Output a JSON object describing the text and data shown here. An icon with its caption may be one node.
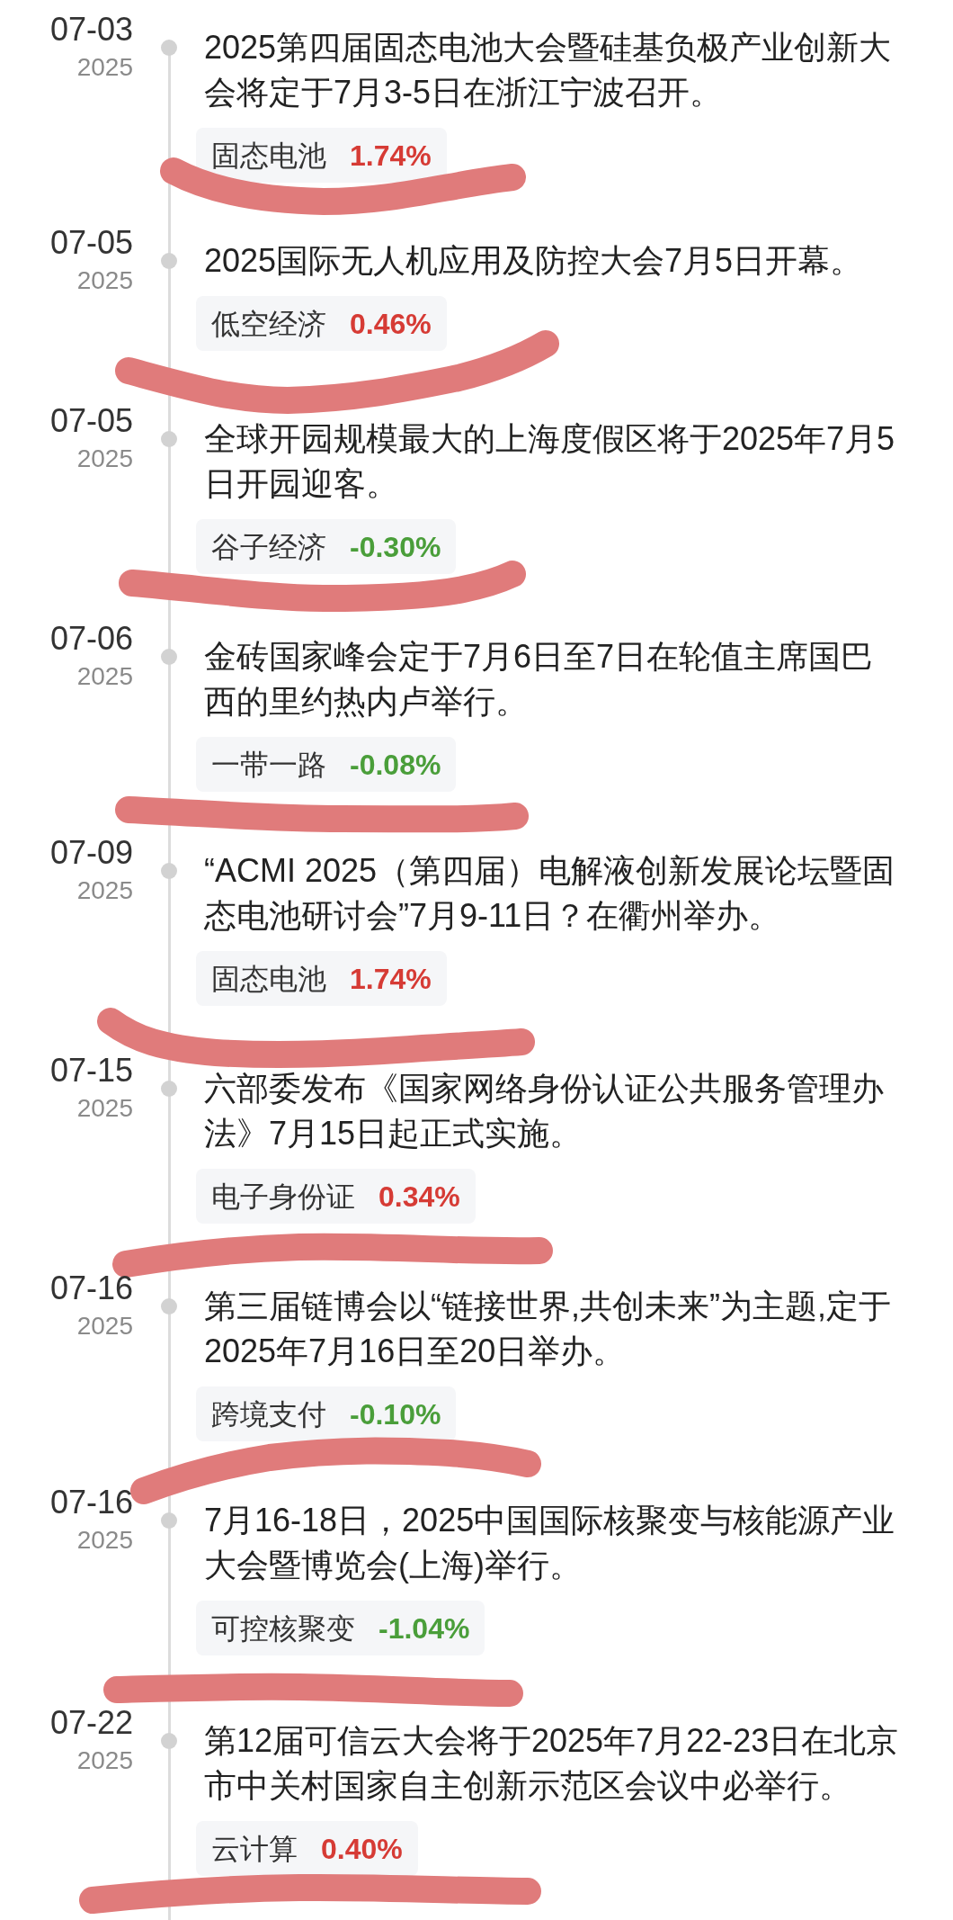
{
  "diagram": {
    "nodes": [
      {
        "text": [
          "固态电池",
          "1.74%"
        ]
      },
      {
        "text": [
          "低空经济",
          "0.46%"
        ]
      },
      {
        "text": [
          "谷子经济",
          "-0.30%"
        ]
      },
      {
        "text": [
          "一带一路",
          "-0.08%"
        ]
      },
      {
        "text": [
          "固态电池",
          "1.74%"
        ]
      },
      {
        "text": [
          "电子身份证",
          "0.34%"
        ]
      },
      {
        "text": [
          "跨境支付",
          "-0.10%"
        ]
      },
      {
        "text": [
          "可控核聚变",
          "-1.04%"
        ]
      },
      {
        "text": [
          "云计算",
          "0.40%"
        ]
      }
    ],
    "edges": [],
    "labels": [
      "07-03",
      "2025",
      "2025第四届固态电池大会暨硅基负极产业创新大会将定于7月3-5日在浙江宁波召开。",
      "07-05",
      "2025",
      "2025国际无人机应用及防控大会7月5日开幕。",
      "07-05",
      "2025",
      "全球开园规模最大的上海度假区将于2025年7月5日开园迎客。",
      "07-06",
      "2025",
      "金砖国家峰会定于7月6日至7日在轮值主席国巴西的里约热内卢举行。",
      "07-09",
      "2025",
      "“ACMI 2025（第四届）电解液创新发展论坛暨固态电池研讨会”7月9-11日？在衢州举办。",
      "07-15",
      "2025",
      "六部委发布《国家网络身份认证公共服务管理办法》7月15日起正式实施。",
      "07-16",
      "2025",
      "第三届链博会以“链接世界,共创未来”为主题,定于2025年7月16日至20日举办。",
      "07-16",
      "2025",
      "7月16-18日，2025中国国际核聚变与核能源产业大会暨博览会(上海)举行。",
      "07-22",
      "2025",
      "第12届可信云大会将于2025年7月22-23日在北京市中关村国家自主创新示范区会议中必举行。"
    ]
  }
}
